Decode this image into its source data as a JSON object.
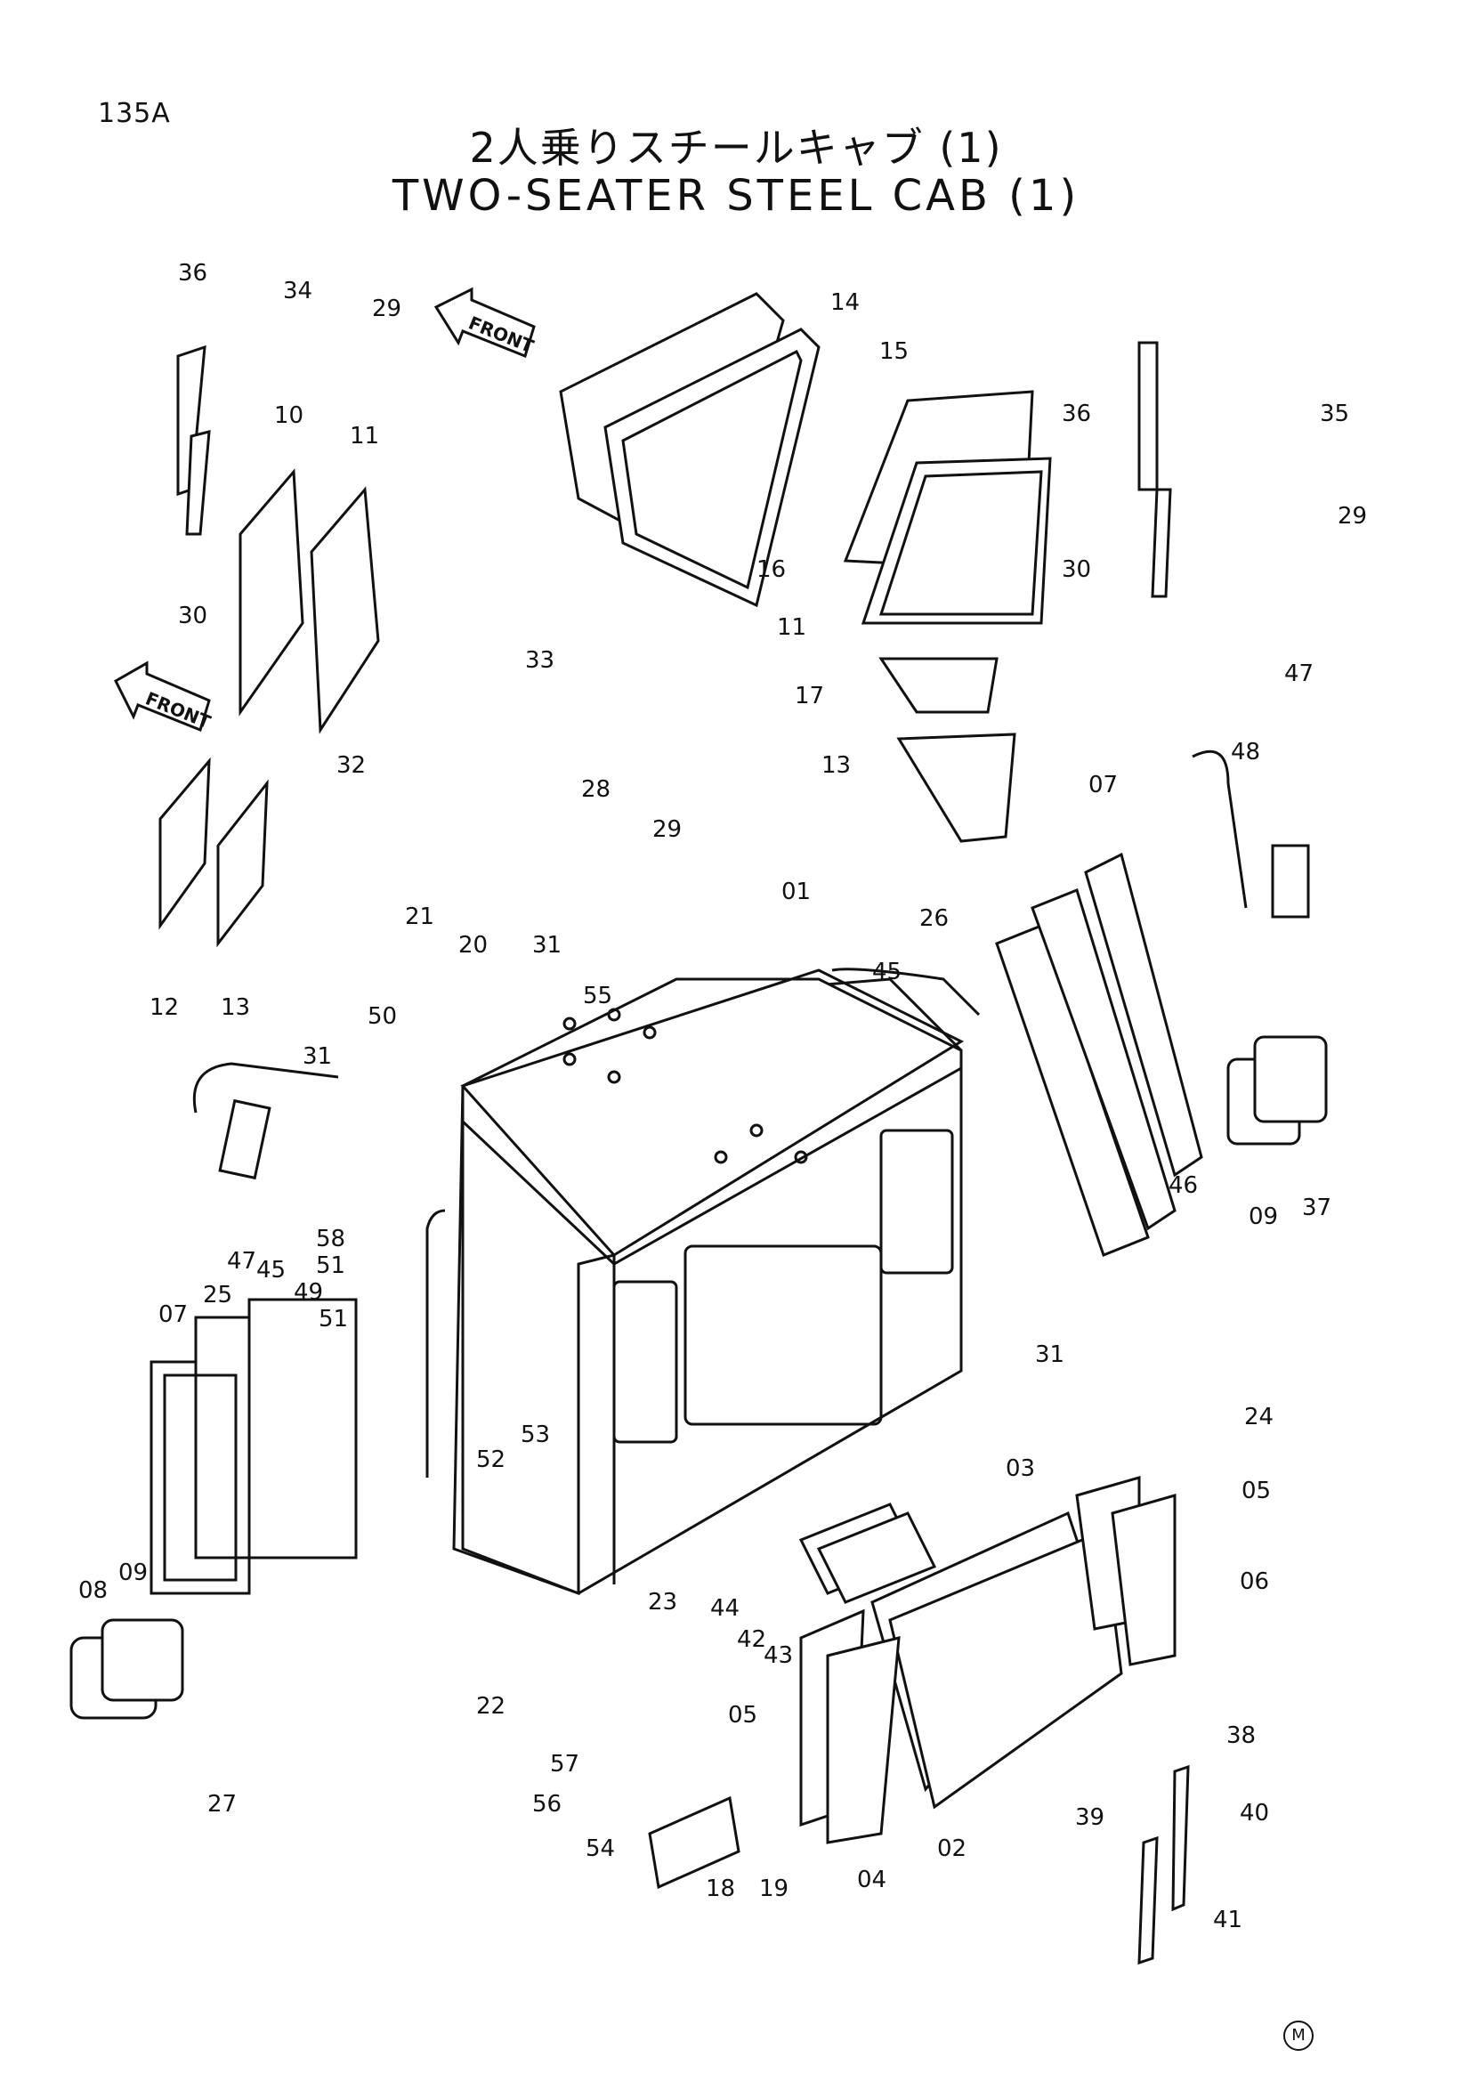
{
  "page_code": "135A",
  "title_jp": "2人乗りスチールキャブ (1)",
  "title_en": "TWO-SEATER STEEL CAB (1)",
  "front_arrow_label": "FRONT",
  "mark": "M",
  "callouts": [
    "36",
    "34",
    "29",
    "14",
    "15",
    "10",
    "11",
    "36",
    "35",
    "29",
    "16",
    "30",
    "11",
    "30",
    "33",
    "17",
    "13",
    "47",
    "48",
    "32",
    "28",
    "29",
    "07",
    "12",
    "13",
    "21",
    "20",
    "31",
    "01",
    "26",
    "55",
    "45",
    "50",
    "31",
    "46",
    "09",
    "37",
    "47",
    "58",
    "51",
    "49",
    "51",
    "45",
    "25",
    "07",
    "31",
    "24",
    "52",
    "53",
    "03",
    "05",
    "08",
    "09",
    "44",
    "42",
    "06",
    "23",
    "43",
    "22",
    "05",
    "38",
    "27",
    "57",
    "56",
    "39",
    "40",
    "54",
    "18",
    "19",
    "04",
    "02",
    "41"
  ]
}
